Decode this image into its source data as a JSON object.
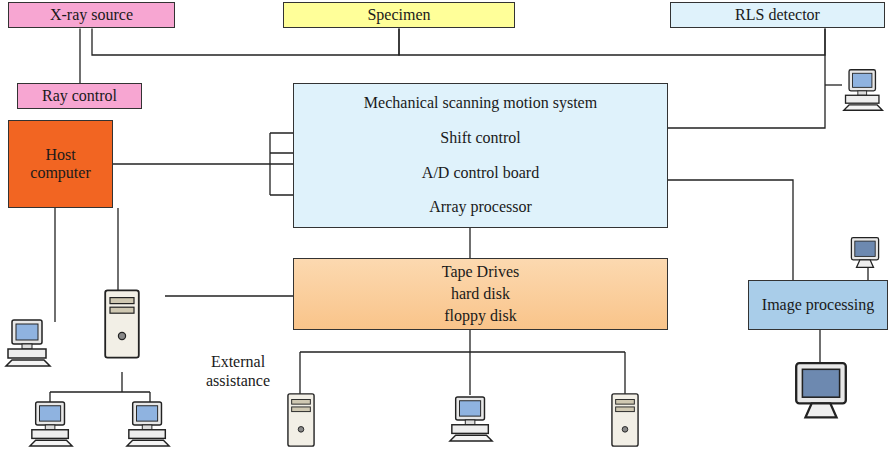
{
  "diagram": {
    "nodes": [
      {
        "text": [
          "X-ray source"
        ]
      },
      {
        "text": [
          "Specimen"
        ]
      },
      {
        "text": [
          "RLS detector"
        ]
      },
      {
        "text": [
          "Ray control"
        ]
      },
      {
        "text": [
          "Host computer"
        ]
      },
      {
        "text": [
          "Mechanical scanning motion system",
          "Shift control",
          "A/D control board",
          "Array processor"
        ]
      },
      {
        "text": [
          "Tape Drives",
          "hard disk",
          "floppy disk"
        ]
      },
      {
        "text": [
          "Image processing"
        ]
      }
    ],
    "edges": [
      {
        "from": 0,
        "to": 1,
        "arrow": "none"
      },
      {
        "from": 1,
        "to": 2,
        "arrow": "none"
      },
      {
        "from": 0,
        "to": 3,
        "arrow": "none"
      },
      {
        "from": 4,
        "to": 5,
        "arrow": "none"
      },
      {
        "from": 2,
        "to": 5,
        "arrow": "none"
      },
      {
        "from": 5,
        "to": 6,
        "arrow": "none"
      },
      {
        "from": 5,
        "to": 7,
        "arrow": "none"
      }
    ],
    "labels": [
      "External assistance"
    ]
  }
}
